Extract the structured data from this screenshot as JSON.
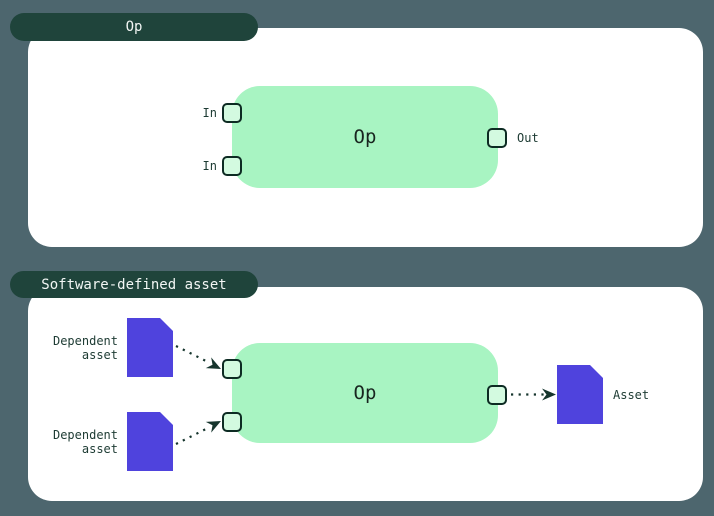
{
  "colors": {
    "background": "#4d666e",
    "tab_background": "#1f443b",
    "tab_text": "#f2f6f4",
    "panel_background": "#ffffff",
    "op_node_green": "#a8f4c2",
    "port_fill": "#d3fae0",
    "port_border": "#0d2b23",
    "label_text": "#1d3b33",
    "asset_purple": "#4f43dd",
    "arrow_color": "#16352d"
  },
  "sections": [
    {
      "tab_label": "Op",
      "node": {
        "label": "Op"
      },
      "ports": [
        {
          "label": "In",
          "type": "input"
        },
        {
          "label": "In",
          "type": "input"
        },
        {
          "label": "Out",
          "type": "output"
        }
      ]
    },
    {
      "tab_label": "Software-defined asset",
      "node": {
        "label": "Op"
      },
      "upstream_assets": [
        {
          "label_line1": "Dependent",
          "label_line2": "asset"
        },
        {
          "label_line1": "Dependent",
          "label_line2": "asset"
        }
      ],
      "output_asset": {
        "label": "Asset"
      }
    }
  ]
}
